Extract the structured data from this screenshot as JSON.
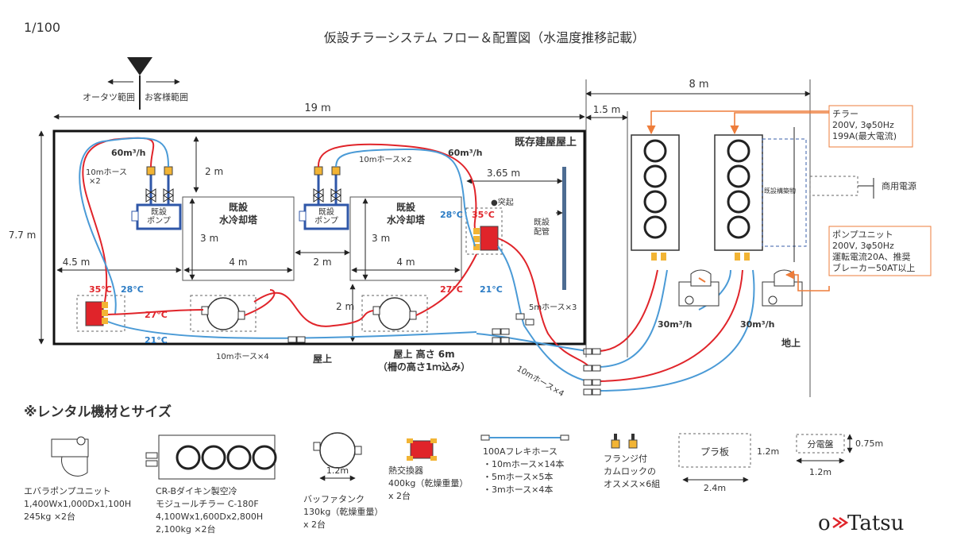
{
  "scale": "1/100",
  "title": "仮設チラーシステム フロー＆配置図（水温度推移記載）",
  "direction": {
    "left": "オータツ範囲",
    "right": "お客様範囲"
  },
  "dimensions": {
    "d19m": "19 m",
    "d8m": "8 m",
    "d1_5m": "1.5 m",
    "d7_7m": "7.7 m",
    "d2m_a": "2 m",
    "d3m_a": "3 m",
    "d4m_a": "4 m",
    "d4_5m": "4.5 m",
    "d2m_b": "2 m",
    "d3m_b": "3 m",
    "d4m_b": "4 m",
    "d2m_c": "2 m",
    "d3_65m": "3.65 m"
  },
  "labels": {
    "roof_existing": "既存建屋屋上",
    "tower1": "既設\n水冷却塔",
    "tower2": "既設\n水冷却塔",
    "pump1": "既設\nポンプ",
    "pump2": "既設\nポンプ",
    "pipe_existing": "既設\n配管",
    "protrusion": "●突起",
    "flow1": "60m³/h",
    "flow2": "60m³/h",
    "flow3": "30m³/h",
    "flow4": "30m³/h",
    "hose_10x2_a": "10mホース\n×2",
    "hose_10x2_b": "10mホース×2",
    "hose_5x3": "5mホース×3",
    "hose_10x4_a": "10mホース×4",
    "hose_10x4_b": "10mホース×4",
    "roof_height": "屋上 高さ 6m",
    "roof_height_note": "（柵の高さ1ｍ込み）",
    "rooftop": "屋上",
    "ground": "地上",
    "existing_structure": "既設構築物",
    "commercial_power": "商用電源",
    "temp_35_a": "35°C",
    "temp_28_a": "28°C",
    "temp_27_a": "27°C",
    "temp_21_a": "21°C",
    "temp_28_b": "28°C",
    "temp_35_b": "35°C",
    "temp_27_b": "27°C",
    "temp_21_b": "21°C"
  },
  "callouts": {
    "chiller": [
      "チラー",
      "200V, 3φ50Hz",
      "199A(最大電流)"
    ],
    "pump": [
      "ポンプユニット",
      "200V, 3φ50Hz",
      "運転電流20A、推奨",
      "ブレーカー50AT以上"
    ]
  },
  "equipment_title": "※レンタル機材とサイズ",
  "equipment": {
    "pump_unit": [
      "エバラポンプユニット",
      "1,400Wx1,000Dx1,100H",
      "245kg ×2台"
    ],
    "chiller": [
      "CR-Bダイキン製空冷",
      "モジュールチラー C-180F",
      "4,100Wx1,600Dx2,800H",
      "2,100kg ×2台"
    ],
    "buffer_tank": [
      "バッファタンク",
      "130kg（乾燥重量）",
      "x 2台"
    ],
    "buffer_dim": "1.2m",
    "heat_exchanger": [
      "熱交換器",
      "400kg（乾燥重量）",
      "x 2台"
    ],
    "flex_hose": [
      "100Aフレキホース",
      "・10mホース×14本",
      "・5mホース×5本",
      "・3mホース×4本"
    ],
    "flange": [
      "フランジ付",
      "カムロックの",
      "オスメス×6組"
    ],
    "plate": "プラ板",
    "plate_dims": {
      "h": "1.2m",
      "w": "2.4m"
    },
    "panel": "分電盤",
    "panel_dims": {
      "h": "0.75m",
      "w": "1.2m"
    }
  },
  "logo": {
    "text": "Tatsu",
    "prefix": "o"
  },
  "colors": {
    "hot": "#e0242a",
    "cold": "#4a9ad6",
    "callout": "#ee7d3b"
  }
}
